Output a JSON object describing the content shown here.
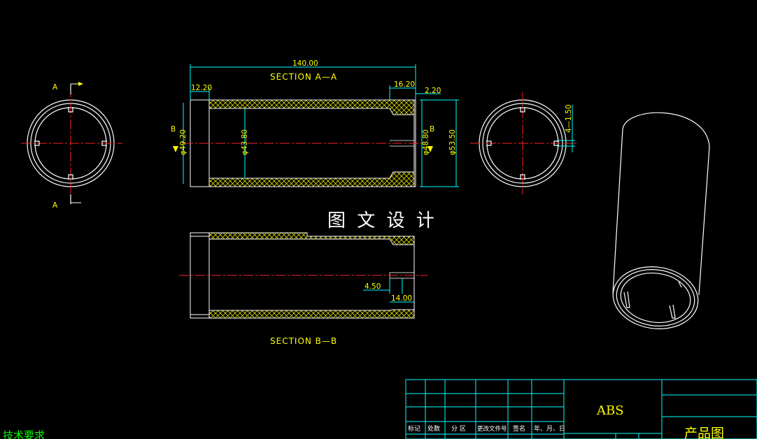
{
  "drawing": {
    "section_aa": "SECTION A—A",
    "section_bb": "SECTION B—B",
    "watermark": "图 文 设 计",
    "cut_labels": {
      "a_top": "A",
      "a_bottom": "A",
      "b_left": "B",
      "b_right": "B"
    },
    "dimensions": {
      "overall_length": "140.00",
      "left_step": "12.20",
      "right_step": "16.20",
      "right_gap": "2.20",
      "dia_outer_left": "φ49.20",
      "dia_inner": "φ43.80",
      "dia_right_inner": "φ48.80",
      "dia_outer": "φ53.50",
      "slot_width": "4—1.50",
      "slot_depth": "4.50",
      "slot_length": "14.00"
    }
  },
  "title_block": {
    "material": "ABS",
    "title": "产品图",
    "headers": [
      "标记",
      "处数",
      "分 区",
      "更改文件号",
      "签名",
      "年、月、日"
    ]
  },
  "notes": {
    "tech_req": "技术要求"
  },
  "colors": {
    "background": "#000000",
    "outline": "#ffffff",
    "dimension": "#00ffff",
    "hatch": "#ffff00",
    "centerline": "#ff2020",
    "note_green": "#00ff00"
  }
}
